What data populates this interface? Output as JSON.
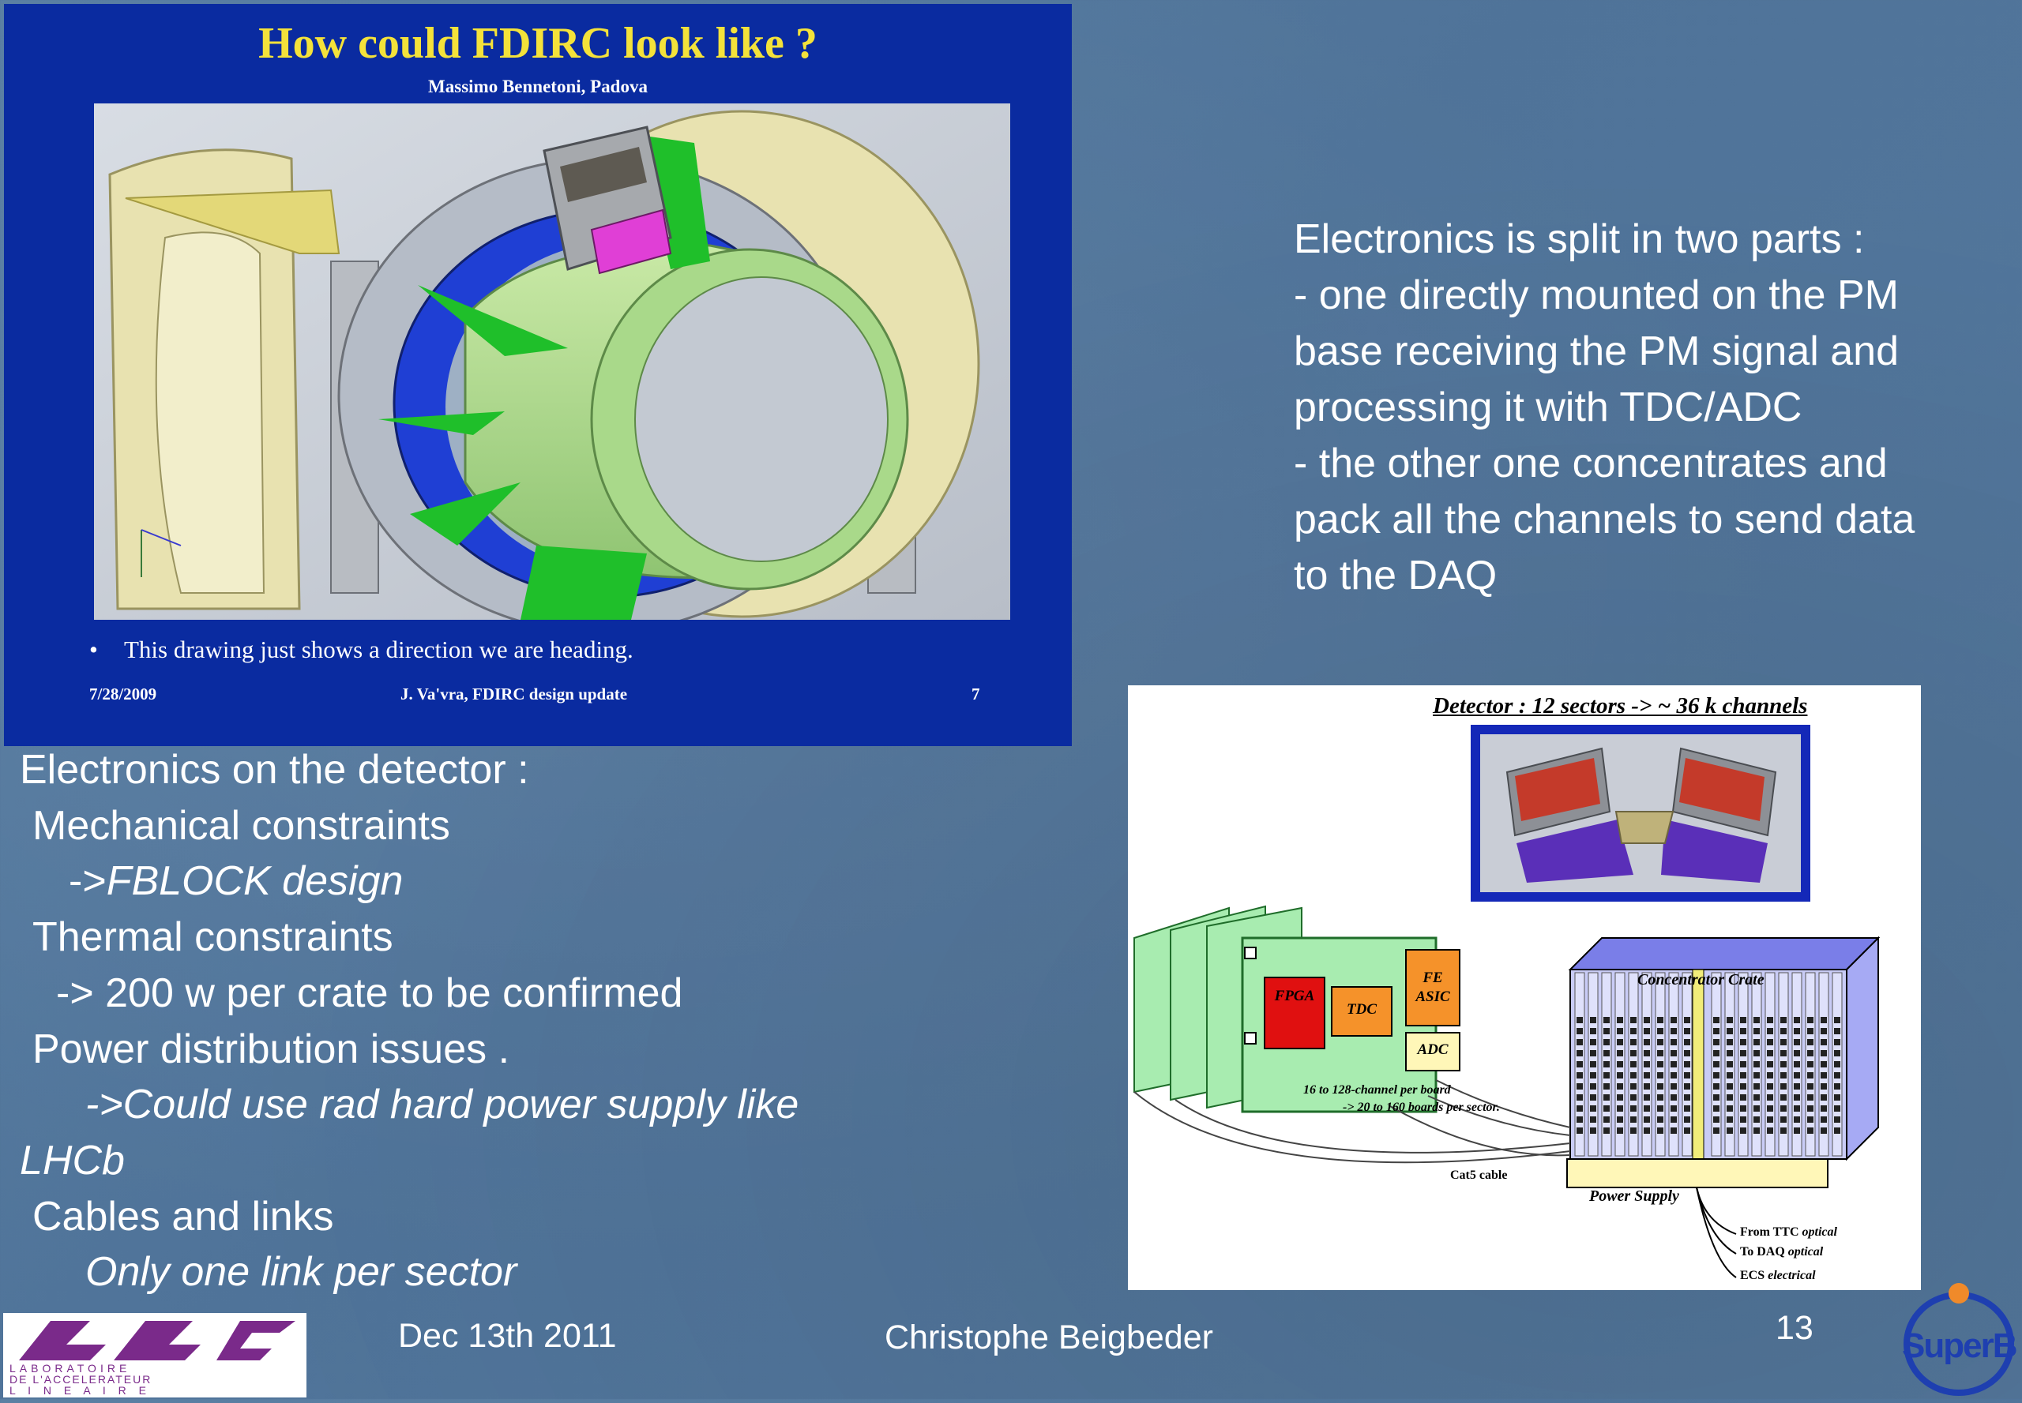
{
  "inset_slide": {
    "title": "How could FDIRC look like ?",
    "subtitle": "Massimo Bennetoni, Padova",
    "bullet": "This drawing just shows a direction we are heading.",
    "footer_date": "7/28/2009",
    "footer_author": "J. Va'vra, FDIRC design update",
    "footer_page": "7",
    "background_color": "#0a2ba0",
    "title_color": "#f4e23a"
  },
  "right_text": {
    "lines": [
      "Electronics is split in two parts :",
      "- one directly mounted on the PM",
      "base receiving the PM signal and",
      "processing it with TDC/ADC",
      "- the other one concentrates and",
      "pack all the channels to send data",
      "to the DAQ"
    ]
  },
  "left_text": {
    "heading": "Electronics on the detector  :",
    "mech": "Mechanical constraints",
    "mech_sub_arrow": "->",
    "mech_sub": "FBLOCK design",
    "thermal": "Thermal constraints",
    "thermal_sub": "-> 200 w per crate to be confirmed",
    "power": "Power distribution issues .",
    "power_sub": "->Could use rad hard power supply like",
    "power_sub2": "LHCb",
    "cables": "Cables and links",
    "cables_sub": "Only one link per sector"
  },
  "diagram": {
    "title": "Detector : 12 sectors ->  ~ 36 k channels",
    "fpga": "FPGA",
    "tdc": "TDC",
    "fe_asic_1": "FE",
    "fe_asic_2": "ASIC",
    "adc": "ADC",
    "board_note_1": "16 to 128-channel per board",
    "board_note_2": "-> 20 to 160 boards per sector.",
    "cable": "Cat5  cable",
    "crate": "Concentrator Crate",
    "power_supply": "Power Supply",
    "link_ttc_a": "From TTC",
    "link_ttc_b": "optical",
    "link_daq_a": "To DAQ",
    "link_daq_b": "optical",
    "link_ecs_a": "ECS",
    "link_ecs_b": "electrical"
  },
  "footer": {
    "date": "Dec 13th  2011",
    "author": "Christophe Beigbeder",
    "page": "13"
  },
  "logos": {
    "lal_line1": "LABORATOIRE",
    "lal_line2": "DE L'ACCELERATEUR",
    "lal_line3": "L I N E A I R E",
    "superb": "SuperB"
  },
  "colors": {
    "slide_background": "#5a7fa3",
    "text": "#ffffff",
    "fpga": "#e01010",
    "tdc": "#f5922a",
    "board": "#a8ecb0",
    "crate": "#b4b8f0"
  }
}
